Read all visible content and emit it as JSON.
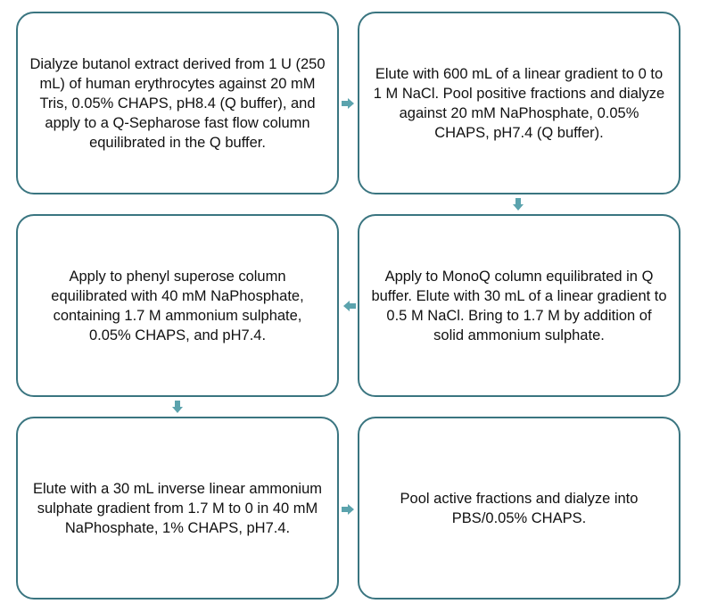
{
  "steps": [
    "Dialyze butanol extract derived from 1 U (250 mL) of human erythrocytes against 20 mM Tris, 0.05% CHAPS, pH8.4 (Q buffer), and apply to a Q-Sepharose fast flow column equilibrated in the Q buffer.",
    "Elute with 600 mL of a linear gradient to 0 to 1 M NaCl. Pool positive fractions and dialyze against 20 mM NaPhosphate, 0.05% CHAPS, pH7.4 (Q buffer).",
    "Apply to MonoQ column equilibrated in Q buffer. Elute with 30 mL of a linear gradient to 0.5 M NaCl. Bring to 1.7 M by addition of solid ammonium sulphate.",
    "Apply to phenyl superose column equilibrated with 40 mM NaPhosphate, containing 1.7 M ammonium sulphate, 0.05% CHAPS, and pH7.4.",
    "Elute with a 30 mL inverse linear ammonium sulphate gradient from 1.7 M to 0 in 40 mM NaPhosphate, 1% CHAPS, pH7.4.",
    "Pool active fractions and dialyze into PBS/0.05% CHAPS."
  ],
  "colors": {
    "box_border": "#3a7580",
    "arrow": "#5ba3ad",
    "text": "#111111"
  },
  "icons": {
    "connector": "block-arrow-icon"
  }
}
